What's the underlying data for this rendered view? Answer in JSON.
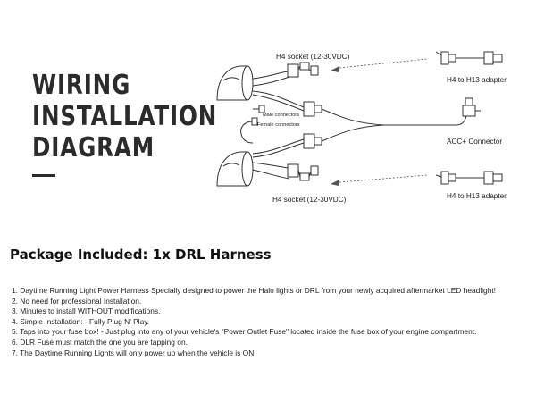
{
  "title": {
    "lines": [
      "WIRING",
      "INSTALLATION",
      "DIAGRAM"
    ]
  },
  "diagram": {
    "labels": {
      "socket_top": "H4 socket (12-30VDC)",
      "socket_bottom": "H4 socket (12-30VDC)",
      "adapter_top": "H4 to H13 adapter",
      "adapter_bottom": "H4 to H13 adapter",
      "male_connectors": "Male connectors",
      "female_connectors": "Female connectors",
      "acc_connector": "ACC+  Connector"
    }
  },
  "package": {
    "heading": "Package Included: 1x DRL Harness",
    "notes": [
      "1. Daytime Running Light Power Harness Specially designed to power the Halo lights or DRL from your newly acquired aftermarket LED headlight!",
      "2. No need for professional Installation.",
      "3. Minutes to install WITHOUT modifications.",
      "4. Simple Installation: - Fully Plug N' Play.",
      "5. Taps into your fuse box! - Just plug into any of your vehicle's \"Power Outlet Fuse\" located inside the fuse box of your engine compartment.",
      "6. DLR Fuse must match the one you are tapping on.",
      "7. The Daytime Running Lights will only power up when the vehicle is ON."
    ]
  },
  "colors": {
    "line": "#333333",
    "text": "#222222",
    "heading": "#2b2b2b"
  }
}
